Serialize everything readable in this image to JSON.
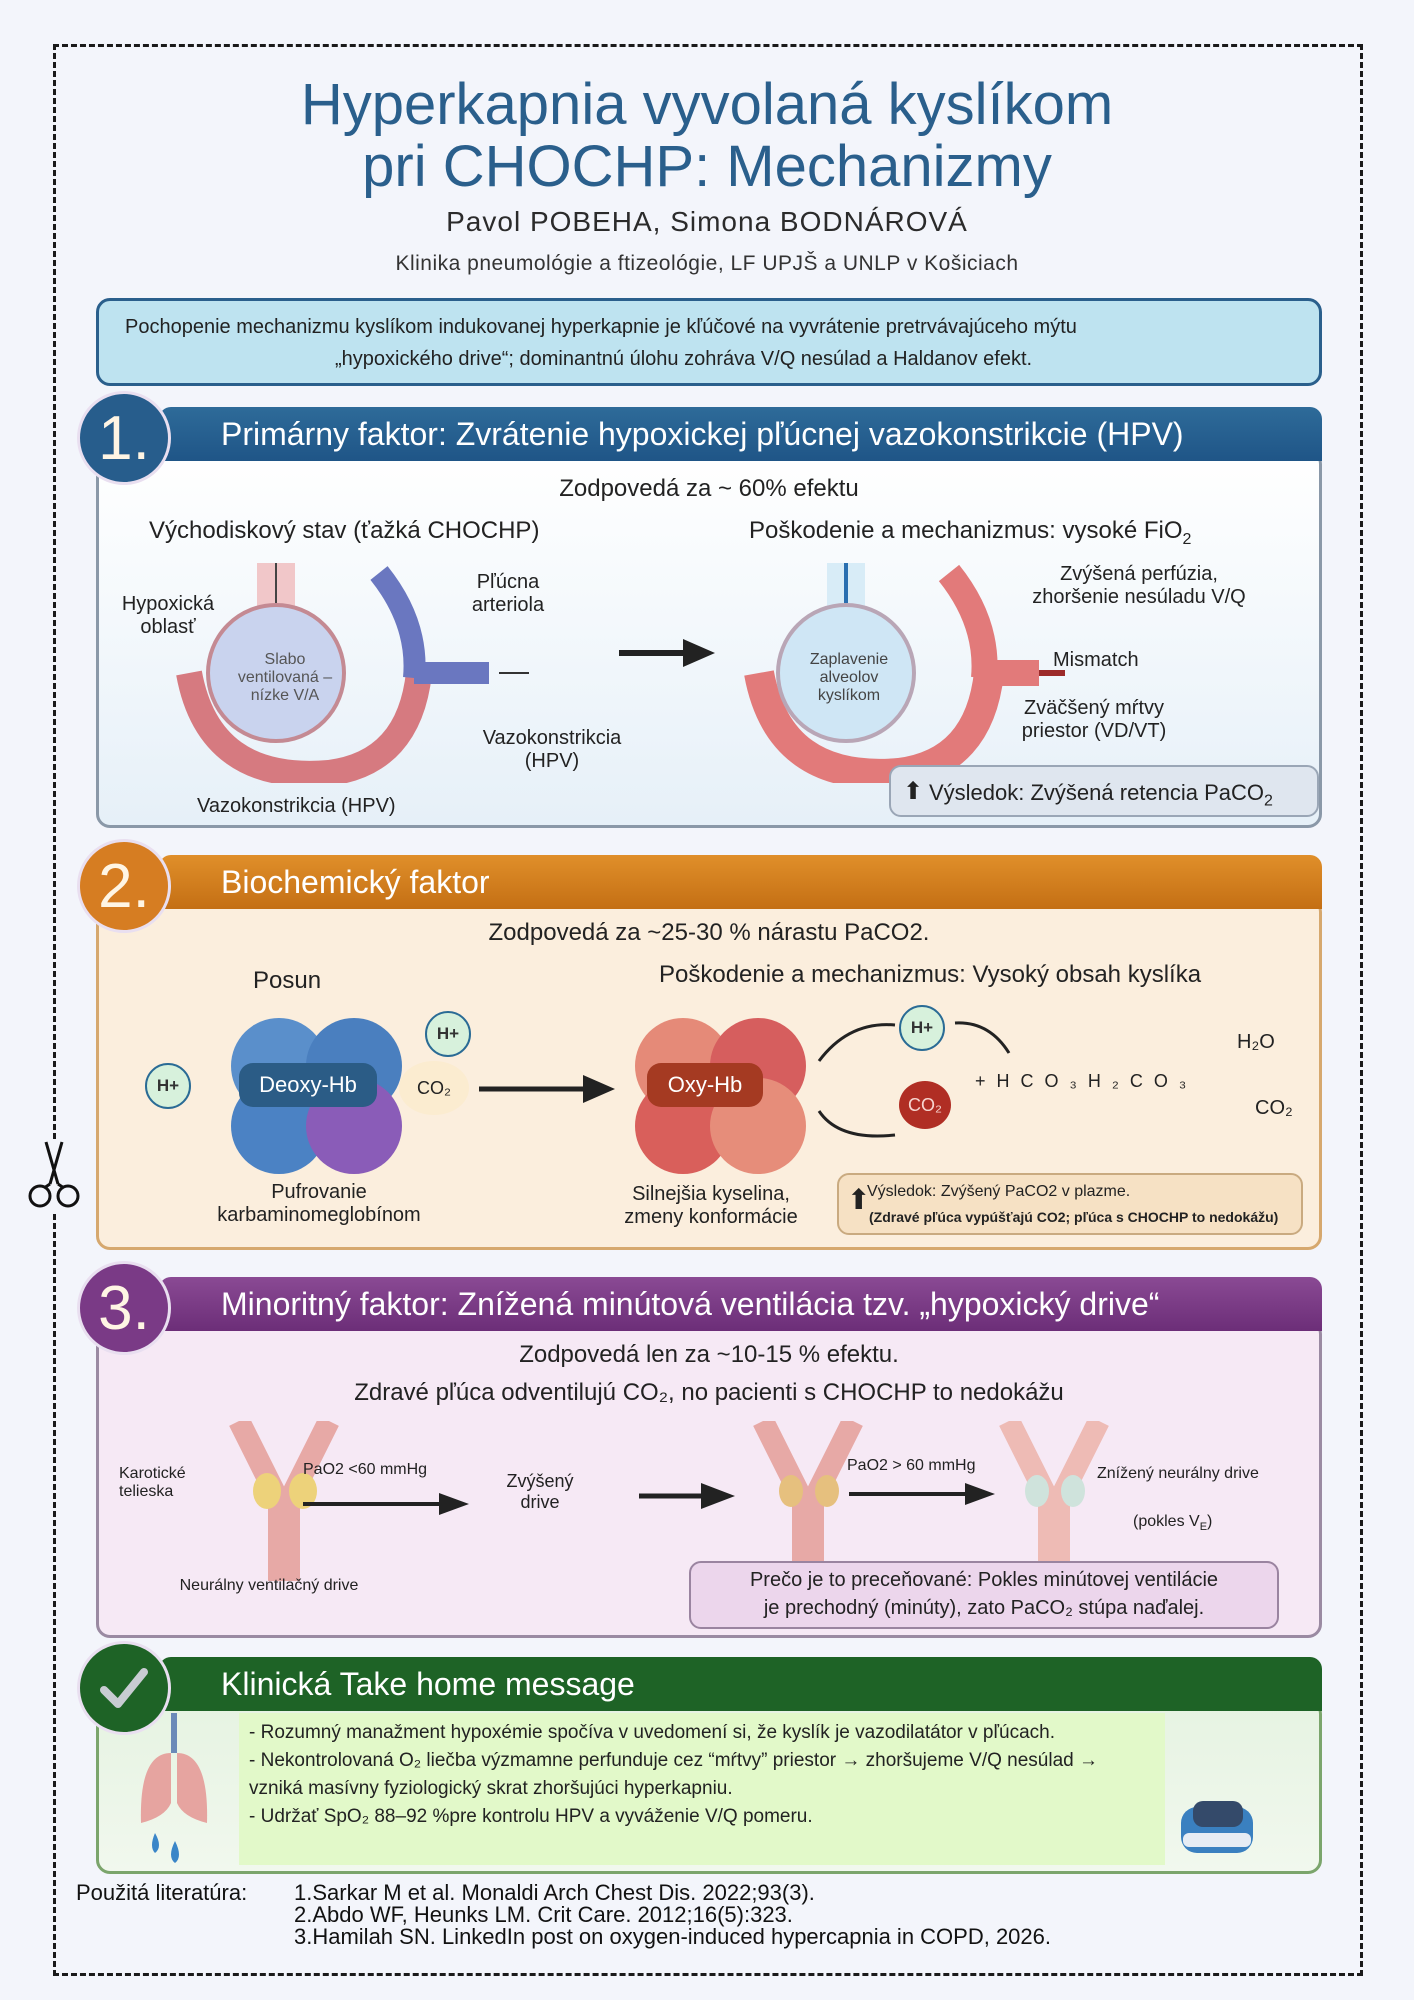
{
  "header": {
    "title_line1": "Hyperkapnia vyvolaná kyslíkom",
    "title_line2": "pri CHOCHP: Mechanizmy",
    "authors": "Pavol POBEHA, Simona BODNÁROVÁ",
    "affiliation": "Klinika pneumológie a ftizeológie, LF UPJŠ a UNLP v Košiciach"
  },
  "intro": {
    "line1": "Pochopenie mechanizmu kyslíkom indukovanej hyperkapnie je kľúčové na vyvrátenie pretrvávajúceho mýtu",
    "line2": "„hypoxického drive“; dominantnú úlohu zohráva V/Q nesúlad a Haldanov efekt."
  },
  "section1": {
    "number": "1.",
    "title": "Primárny faktor: Zvrátenie hypoxickej pľúcnej vazokonstrikcie (HPV)",
    "share": "Zodpovedá za ~ 60% efektu",
    "left": {
      "heading": "Východiskový stav (ťažká CHOCHP)",
      "hypoxic_area": "Hypoxická oblasť",
      "alveolus_text": "Slabo ventilovaná – nízke V/A",
      "arteriole": "Pľúcna arteriola",
      "vasoconstriction_arrow": "Vazokonstrikcia (HPV)",
      "caption": "Vazokonstrikcia (HPV)"
    },
    "right": {
      "heading": "Poškodenie a mechanizmus: vysoké FiO",
      "heading_sub": "2",
      "alveolus_text": "Zaplavenie alveolov kyslíkom",
      "perfusion": "Zvýšená perfúzia, zhoršenie nesúladu V/Q",
      "mismatch": "Mismatch",
      "dead_space": "Zväčšený mŕtvy priestor (VD/VT)",
      "result": "Výsledok: Zvýšená retencia PaCO",
      "result_sub": "2"
    }
  },
  "section2": {
    "number": "2.",
    "title": "Biochemický faktor",
    "share": "Zodpovedá za  ~25-30 % nárastu PaCO2.",
    "left": {
      "heading": "Posun",
      "hb_label": "Deoxy-Hb",
      "hplus_in": "H+",
      "hplus_out": "H+",
      "co2": "CO₂",
      "caption": "Pufrovanie karbaminomeglobínom"
    },
    "right": {
      "heading": "Poškodenie a mechanizmus: Vysoký obsah kyslíka",
      "hb_label": "Oxy-Hb",
      "hplus": "H+",
      "co2": "CO₂",
      "equation": "+ H C O ₃   H ₂ C O ₃",
      "h2o": "H₂O",
      "co2_out": "CO₂",
      "caption": "Silnejšia kyselina, zmeny konformácie",
      "result_line1": "Výsledok: Zvýšený PaCO2 v plazme.",
      "result_line2": "(Zdravé pľúca vypúšťajú CO2; pľúca s CHOCHP to nedokážu)"
    }
  },
  "section3": {
    "number": "3.",
    "title": "Minoritný faktor: Znížená minútová ventilácia tzv. „hypoxický drive“",
    "share": "Zodpovedá len za ~10-15 % efektu.",
    "subline": "Zdravé pľúca odventilujú  CO₂, no pacienti s CHOCHP to nedokážu",
    "carotid": "Karotické telieska",
    "pao2_low": "PaO2 <60 mmHg",
    "increased_drive": "Zvýšený drive",
    "neural_drive": "Neurálny ventilačný drive",
    "pao2_high": "PaO2 > 60 mmHg",
    "decreased_drive": "Znížený neurálny drive",
    "ve_drop": "(pokles V",
    "ve_sub": "E",
    "ve_close": ")",
    "why_line1": "Prečo je to preceňované: Pokles minútovej ventilácie",
    "why_line2": "je prechodný (minúty), zato PaCO₂ stúpa naďalej."
  },
  "section4": {
    "title": "Klinická Take home message",
    "bullets": [
      "- Rozumný manažment hypoxémie spočíva v uvedomení si, že kyslík je vazodilatátor v pľúcach.",
      "- Nekontrolovaná O₂ liečba výzmamne perfunduje cez “mŕtvy” priestor → zhoršujeme V/Q nesúlad → vzniká masívny fyziologický skrat zhoršujúci hyperkapniu.",
      "- Udržať SpO₂ 88–92 %pre kontrolu HPV a vyváženie V/Q pomeru."
    ]
  },
  "references": {
    "label": "Použitá literatúra:",
    "items": [
      "1.Sarkar M et al. Monaldi Arch Chest Dis. 2022;93(3).",
      "2.Abdo WF, Heunks LM. Crit Care. 2012;16(5):323.",
      "3.Hamilah SN. LinkedIn post on oxygen-induced hypercapnia in COPD, 2026."
    ]
  },
  "colors": {
    "title": "#2a5f8c",
    "section1": "#1f5587",
    "section2": "#d07a1c",
    "section3": "#7a3a86",
    "section4": "#1e6326"
  }
}
